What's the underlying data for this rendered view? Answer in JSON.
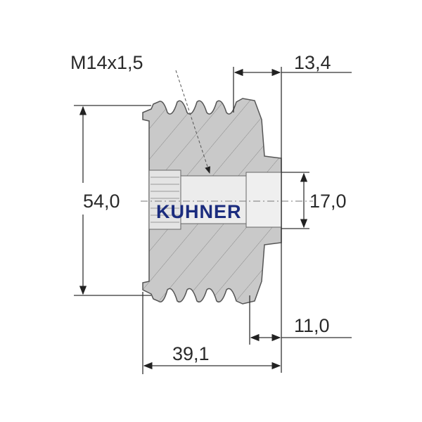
{
  "diagram": {
    "brand": "KUHNER",
    "thread_label": "M14x1,5",
    "dimensions": {
      "outer_diameter": "54,0",
      "bore_diameter": "17,0",
      "hub_offset_top": "13,4",
      "hub_offset_bottom": "11,0",
      "total_width": "39,1"
    },
    "colors": {
      "body": "#c8c8c8",
      "brand": "#1b2c7e",
      "lines": "#333333"
    }
  }
}
